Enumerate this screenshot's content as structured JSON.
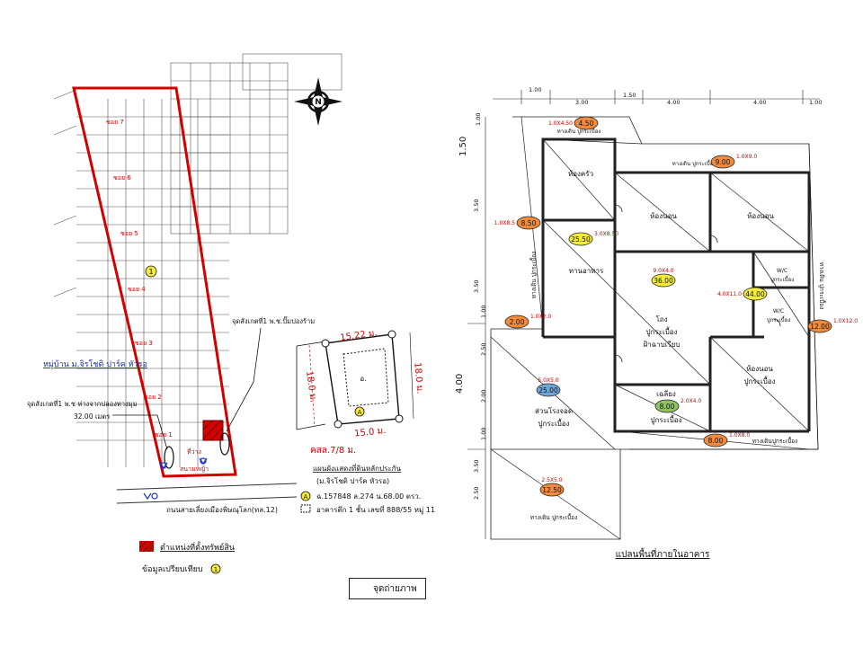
{
  "site_map": {
    "north": "N",
    "road_label": "ถนนสายเลี่ยงเมืองพิษณุโลก(ทล.12)",
    "village_label": "หมู่บ้าน ม.จิรโชติ ปาร์ค หัวรอ",
    "distance_note_line1": "จุดสังเกตที่1 พ.ช ห่างจากปลองทางมุม",
    "distance_note_line2": "32.00 เมตร",
    "landmark_note": "จุดสังเกตที่1 พ.ช.ปั๊มปองร้าม",
    "marker_i": "1",
    "gate_label": "ที่ว่าง",
    "field_label": "สนามหญ้า",
    "lane_labels": [
      "ซอย 7",
      "ซอย 6",
      "ซอย 5",
      "ซอย 4",
      "ซอย 3",
      "ซอย 2",
      "ซอย 1"
    ]
  },
  "plot_diagram": {
    "top_dim": "15.22 ม.",
    "left_dim": "18.0 ม.",
    "right_dim": "18.0 ม.",
    "bottom_dim": "15.0 ม.",
    "inner_label": "อ.",
    "road_label": "คสล.7/8 ม.",
    "marker": "A"
  },
  "plot_legend": {
    "title_line1": "แผนผังแสดงที่ดินหลักประกัน",
    "title_line2": "(ม.จิรโชติ ปาร์ค หัวรอ)",
    "marker": "A",
    "deed_line": "ฉ.157848  ล.274  น.68.00 ตรว.",
    "building_line": "อาคารตึก 1 ชั้น เลขที่ 888/55 หมู่ 11"
  },
  "map_legend": {
    "location_label": "ตำแหน่งที่ตั้งทรัพย์สิน",
    "comparison_label": "ข้อมูลเปรียบเทียบ",
    "comparison_marker": "1"
  },
  "photo_legend": {
    "label": "จุดถ่ายภาพ"
  },
  "floor_plan": {
    "title": "แปลนพื้นที่ภายในอาคาร",
    "dims_top": [
      "1.00",
      "3.00",
      "1.50",
      "4.00",
      "4.00",
      "1.00"
    ],
    "dims_left": [
      "1.00",
      "1.50",
      "3.50",
      "3.50",
      "1.00",
      "2.50",
      "2.00",
      "1.00",
      "3.50",
      "2.50"
    ],
    "dim_left_total": "4.00",
    "rooms": {
      "kitchen": "ห้องครัว",
      "bedroom1": "ห้องนอน",
      "bedroom2": "ห้องนอน",
      "dining": "ทานอาหาร",
      "hall_line1": "โถง",
      "hall_line2": "ปูกระเบื้อง",
      "hall_line3": "ฝ้าฉาบเรียบ",
      "wc1_line1": "W/C",
      "wc1_line2": "ปูกระเบื้อง",
      "wc2_line1": "W/C",
      "wc2_line2": "ปูกระเบื้อง",
      "master_line1": "ห้องนอน",
      "master_line2": "ปูกระเบื้อง",
      "terrace_line1": "เฉลียง",
      "terrace_line2": "ปูกระเบื้อง",
      "carport_line1": "ส่วนโรงจอด",
      "carport_line2": "ปูกระเบื้อง",
      "side_left": "ทางเดิน ปูกระเบื้อง",
      "side_right": "ทางเดิน ปูกระเบื้อง",
      "top_walk": "ทางเดิน ปูกระเบื้อง",
      "top_walk2": "ทางเดิน ปูกระเบื้อง",
      "bottom_walk": "ทางเดินปูกระเบื้อง",
      "front_walk": "ทางเดิน ปูกระเบื้อง"
    },
    "areas": [
      {
        "id": "a1",
        "value": "4.50",
        "dim": "1.0X4.50",
        "color": "#f08a3c"
      },
      {
        "id": "a2",
        "value": "9.00",
        "dim": "1.0X9.0",
        "color": "#f08a3c"
      },
      {
        "id": "a3",
        "value": "8.50",
        "dim": "1.0X8.5",
        "color": "#f08a3c"
      },
      {
        "id": "a4",
        "value": "25.50",
        "dim": "3.0X8.50",
        "color": "#f5ec3a"
      },
      {
        "id": "a5",
        "value": "36.00",
        "dim": "9.0X4.0",
        "color": "#f5ec3a"
      },
      {
        "id": "a6",
        "value": "44.00",
        "dim": "4.0X11.0",
        "color": "#f5ec3a"
      },
      {
        "id": "a7",
        "value": "2.00",
        "dim": "1.0X2.0",
        "color": "#f08a3c"
      },
      {
        "id": "a8",
        "value": "12.00",
        "dim": "1.0X12.0",
        "color": "#f08a3c"
      },
      {
        "id": "a9",
        "value": "25.00",
        "dim": "5.0X5.0",
        "color": "#6fa8d8"
      },
      {
        "id": "a10",
        "value": "8.00",
        "dim": "2.0X4.0",
        "color": "#8fc263"
      },
      {
        "id": "a11",
        "value": "8.00",
        "dim": "1.0X8.0",
        "color": "#f08a3c"
      },
      {
        "id": "a12",
        "value": "12.50",
        "dim": "2.5X5.0",
        "color": "#f08a3c"
      }
    ]
  }
}
